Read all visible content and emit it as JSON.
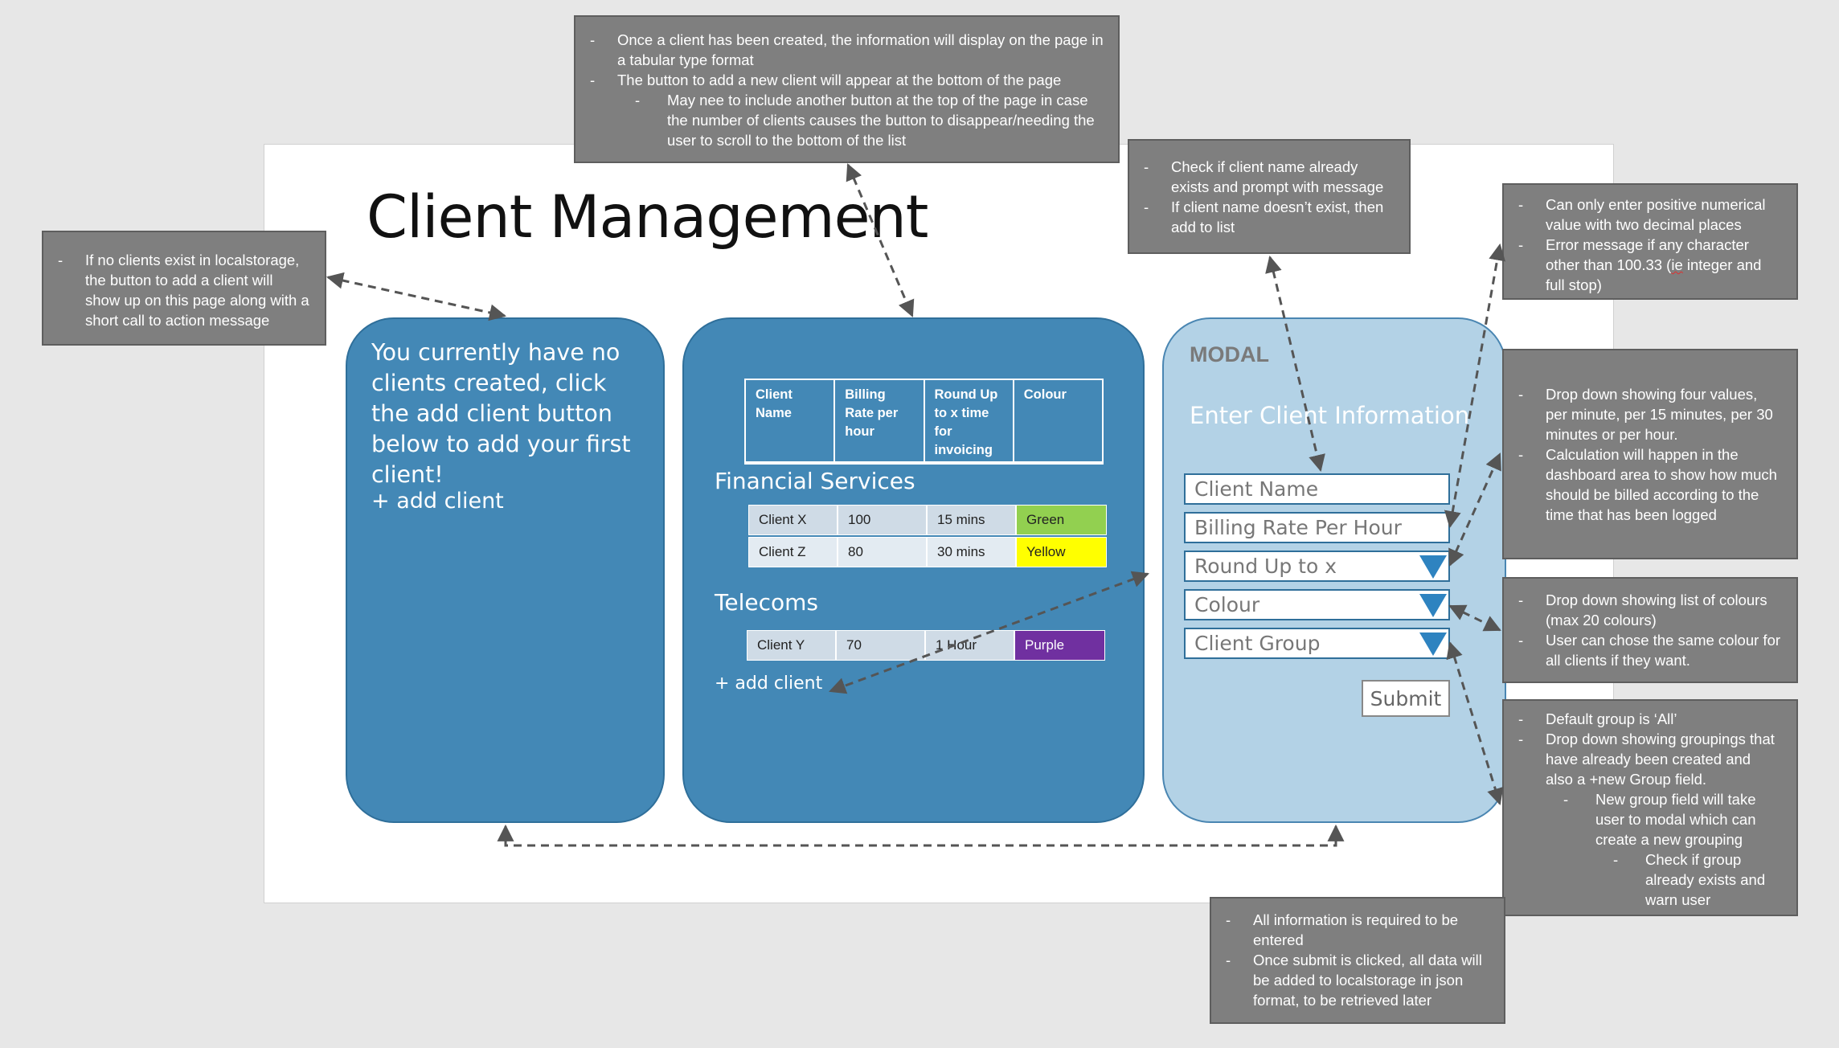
{
  "page": {
    "title": "Client Management"
  },
  "empty_state": {
    "message": "You currently have no clients created, click the add client button below to add your first client!",
    "add_label": "+ add client"
  },
  "client_list": {
    "columns": [
      "Client Name",
      "Billing Rate per hour",
      "Round Up to x time for invoicing",
      "Colour"
    ],
    "groups": [
      {
        "name": "Financial Services",
        "rows": [
          {
            "name": "Client X",
            "rate": "100",
            "roundup": "15 mins",
            "colour": "Green",
            "colour_hex": "#92d050",
            "text_hex": "#222222"
          },
          {
            "name": "Client Z",
            "rate": "80",
            "roundup": "30 mins",
            "colour": "Yellow",
            "colour_hex": "#ffff00",
            "text_hex": "#222222"
          }
        ]
      },
      {
        "name": "Telecoms",
        "rows": [
          {
            "name": "Client Y",
            "rate": "70",
            "roundup": "1 Hour",
            "colour": "Purple",
            "colour_hex": "#7030a0",
            "text_hex": "#ffffff"
          }
        ]
      }
    ],
    "add_label": "+ add client"
  },
  "modal": {
    "label": "MODAL",
    "heading": "Enter Client Information",
    "fields": [
      {
        "label": "Client Name",
        "dropdown": false
      },
      {
        "label": "Billing Rate Per Hour",
        "dropdown": false
      },
      {
        "label": "Round Up to x",
        "dropdown": true
      },
      {
        "label": "Colour",
        "dropdown": true
      },
      {
        "label": "Client Group",
        "dropdown": true
      }
    ],
    "submit_label": "Submit"
  },
  "notes": {
    "table_note": {
      "l1": "Once a client has been created, the information will display on the page in a tabular type format",
      "l2": "The button to add a new client will appear at the bottom of the page",
      "l3": "May nee to include another button at the top of the page in case the number of clients causes the button to disappear/needing the user to scroll to the bottom of the list"
    },
    "empty_note": {
      "l1": "If no clients exist in localstorage, the button to add a client will show up on this page along with a short call to action message"
    },
    "name_note": {
      "l1": "Check if client name already exists and prompt with message",
      "l2": "If client name doesn’t exist, then add to list"
    },
    "rate_note": {
      "l1_a": "Can only enter positive numerical value with two decimal places",
      "l2_a": "Error message if any character other than 100.33 (",
      "l2_b": "ie",
      "l2_c": " integer and full stop)"
    },
    "roundup_note": {
      "l1": "Drop down showing four values, per minute, per 15 minutes, per 30 minutes or per hour.",
      "l2": "Calculation will happen in the dashboard area to show how much should be billed according to the time that has been logged"
    },
    "colour_note": {
      "l1": "Drop down showing list of colours (max 20 colours)",
      "l2": "User can chose the same colour for all clients if they want."
    },
    "group_note": {
      "l1": "Default group is ‘All’",
      "l2": "Drop down showing groupings that have already been created and also a +new Group field.",
      "l3": "New group field will take user to modal which can create a new grouping",
      "l4": "Check if group already exists and warn user"
    },
    "submit_note": {
      "l1": "All information is required to be entered",
      "l2": "Once submit is clicked, all data will be added to localstorage in json format, to be retrieved later"
    }
  }
}
